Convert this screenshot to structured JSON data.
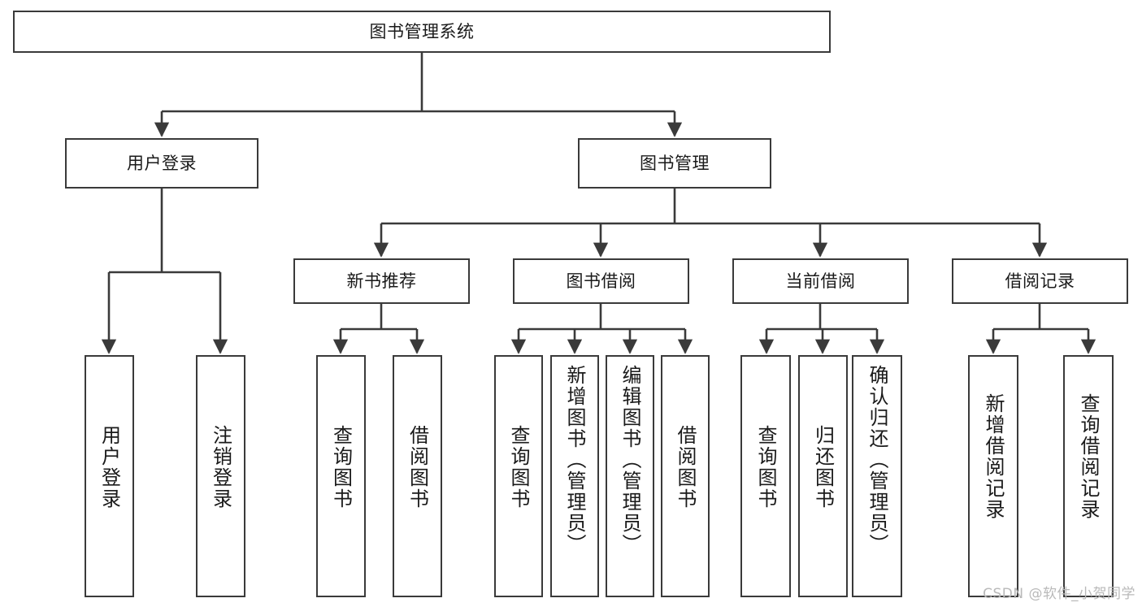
{
  "diagram": {
    "title": "图书管理系统",
    "type": "hierarchy-tree",
    "watermark": "CSDN @软件_小贺同学",
    "colors": {
      "node_border": "#3a3a3a",
      "node_fill": "#ffffff",
      "edge": "#3a3a3a",
      "text": "#1a1a1a",
      "watermark": "#b9b9b9",
      "background": "#ffffff"
    },
    "nodes": {
      "root": {
        "label": "图书管理系统",
        "level": 0,
        "orientation": "horizontal"
      },
      "user_login": {
        "label": "用户登录",
        "level": 1,
        "orientation": "horizontal"
      },
      "book_manage": {
        "label": "图书管理",
        "level": 1,
        "orientation": "horizontal"
      },
      "new_book_rec": {
        "label": "新书推荐",
        "level": 2,
        "orientation": "horizontal"
      },
      "book_borrow": {
        "label": "图书借阅",
        "level": 2,
        "orientation": "horizontal"
      },
      "current_borrow": {
        "label": "当前借阅",
        "level": 2,
        "orientation": "horizontal"
      },
      "borrow_record": {
        "label": "借阅记录",
        "level": 2,
        "orientation": "horizontal"
      },
      "leaf_user_login": {
        "label": "用户登录",
        "level": 3,
        "orientation": "vertical"
      },
      "leaf_logout": {
        "label": "注销登录",
        "level": 3,
        "orientation": "vertical"
      },
      "leaf_query_book_1": {
        "label": "查询图书",
        "level": 3,
        "orientation": "vertical"
      },
      "leaf_borrow_book_1": {
        "label": "借阅图书",
        "level": 3,
        "orientation": "vertical"
      },
      "leaf_query_book_2": {
        "label": "查询图书",
        "level": 3,
        "orientation": "vertical"
      },
      "leaf_add_book": {
        "label": "新增图书（管理员）",
        "level": 3,
        "orientation": "vertical"
      },
      "leaf_edit_book": {
        "label": "编辑图书（管理员）",
        "level": 3,
        "orientation": "vertical"
      },
      "leaf_borrow_book_2": {
        "label": "借阅图书",
        "level": 3,
        "orientation": "vertical"
      },
      "leaf_query_book_3": {
        "label": "查询图书",
        "level": 3,
        "orientation": "vertical"
      },
      "leaf_return_book": {
        "label": "归还图书",
        "level": 3,
        "orientation": "vertical"
      },
      "leaf_confirm_return": {
        "label": "确认归还（管理员）",
        "level": 3,
        "orientation": "vertical"
      },
      "leaf_add_record": {
        "label": "新增借阅记录",
        "level": 3,
        "orientation": "vertical"
      },
      "leaf_query_record": {
        "label": "查询借阅记录",
        "level": 3,
        "orientation": "vertical"
      }
    },
    "edges": [
      {
        "from": "root",
        "to": "user_login"
      },
      {
        "from": "root",
        "to": "book_manage"
      },
      {
        "from": "user_login",
        "to": "leaf_user_login"
      },
      {
        "from": "user_login",
        "to": "leaf_logout"
      },
      {
        "from": "book_manage",
        "to": "new_book_rec"
      },
      {
        "from": "book_manage",
        "to": "book_borrow"
      },
      {
        "from": "book_manage",
        "to": "current_borrow"
      },
      {
        "from": "book_manage",
        "to": "borrow_record"
      },
      {
        "from": "new_book_rec",
        "to": "leaf_query_book_1"
      },
      {
        "from": "new_book_rec",
        "to": "leaf_borrow_book_1"
      },
      {
        "from": "book_borrow",
        "to": "leaf_query_book_2"
      },
      {
        "from": "book_borrow",
        "to": "leaf_add_book"
      },
      {
        "from": "book_borrow",
        "to": "leaf_edit_book"
      },
      {
        "from": "book_borrow",
        "to": "leaf_borrow_book_2"
      },
      {
        "from": "current_borrow",
        "to": "leaf_query_book_3"
      },
      {
        "from": "current_borrow",
        "to": "leaf_return_book"
      },
      {
        "from": "current_borrow",
        "to": "leaf_confirm_return"
      },
      {
        "from": "borrow_record",
        "to": "leaf_add_record"
      },
      {
        "from": "borrow_record",
        "to": "leaf_query_record"
      }
    ]
  }
}
